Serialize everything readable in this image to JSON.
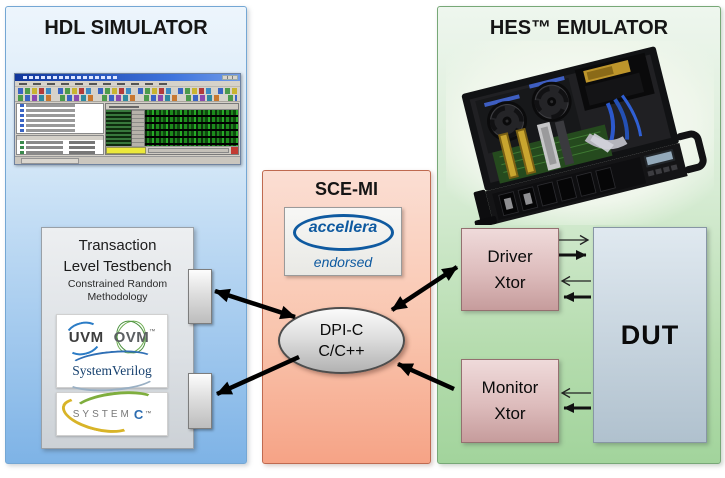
{
  "hdl_panel": {
    "title": "HDL SIMULATOR",
    "testbench": {
      "title_line1": "Transaction",
      "title_line2": "Level Testbench",
      "subtitle_line1": "Constrained Random",
      "subtitle_line2": "Methodology",
      "logos": {
        "uvm": "UVM",
        "ovm": "OVM",
        "systemverilog": "SystemVerilog",
        "systemc_word": "SYSTEM",
        "systemc_c": "C"
      }
    }
  },
  "scemi_panel": {
    "title": "SCE-MI",
    "accellera": {
      "name": "accellera",
      "endorsed": "endorsed"
    },
    "dpic": {
      "line1": "DPI-C",
      "line2": "C/C++"
    }
  },
  "hes_panel": {
    "title": "HES™ EMULATOR",
    "driver_xtor": {
      "line1": "Driver",
      "line2": "Xtor"
    },
    "monitor_xtor": {
      "line1": "Monitor",
      "line2": "Xtor"
    },
    "dut": "DUT"
  },
  "misc": {
    "trademark": "™"
  },
  "colors": {
    "hdl_panel_fill_top": "#edf5fc",
    "hdl_panel_fill_bottom": "#7eb3e6",
    "hdl_panel_border": "#74a7d4",
    "scemi_panel_fill_top": "#fbded3",
    "scemi_panel_fill_bottom": "#f6a386",
    "scemi_panel_border": "#bf6a50",
    "hes_panel_fill_top": "#eef6ee",
    "hes_panel_fill_bottom": "#a2d49c",
    "hes_panel_border": "#77a877",
    "xtor_fill_top": "#efdada",
    "xtor_fill_bottom": "#c69c9c",
    "dut_fill_top": "#e0e9f0",
    "dut_fill_bottom": "#b0c1ce",
    "accellera_blue": "#0f5aa0",
    "waveform_green": "#1e851e",
    "arrow_black": "#000000"
  }
}
